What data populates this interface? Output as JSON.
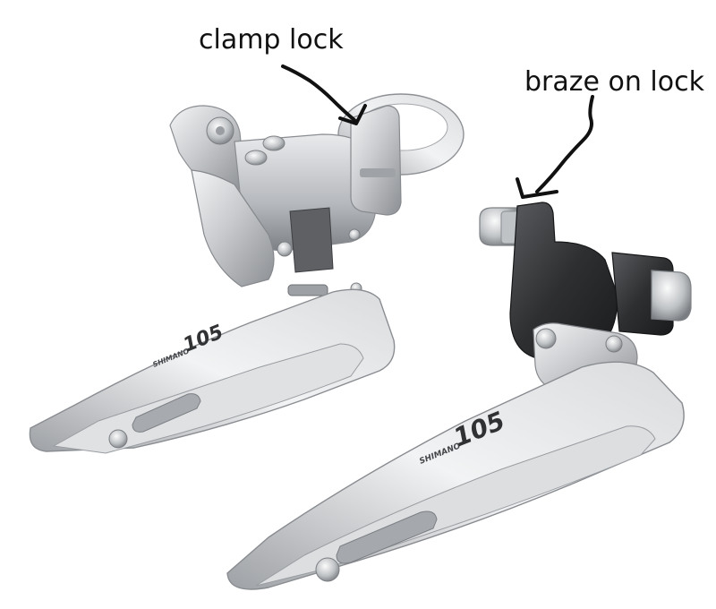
{
  "annotations": {
    "clamp_label": "clamp lock",
    "braze_label": "braze on lock"
  },
  "left_derailleur": {
    "brand_text": "SHIMANO",
    "model_text": "105"
  },
  "right_derailleur": {
    "brand_text": "SHIMANO",
    "model_text": "105"
  },
  "colors": {
    "background": "#ffffff",
    "silver": "#c9cbce",
    "dark_metal": "#2e2f31",
    "annotation": "#111111"
  }
}
